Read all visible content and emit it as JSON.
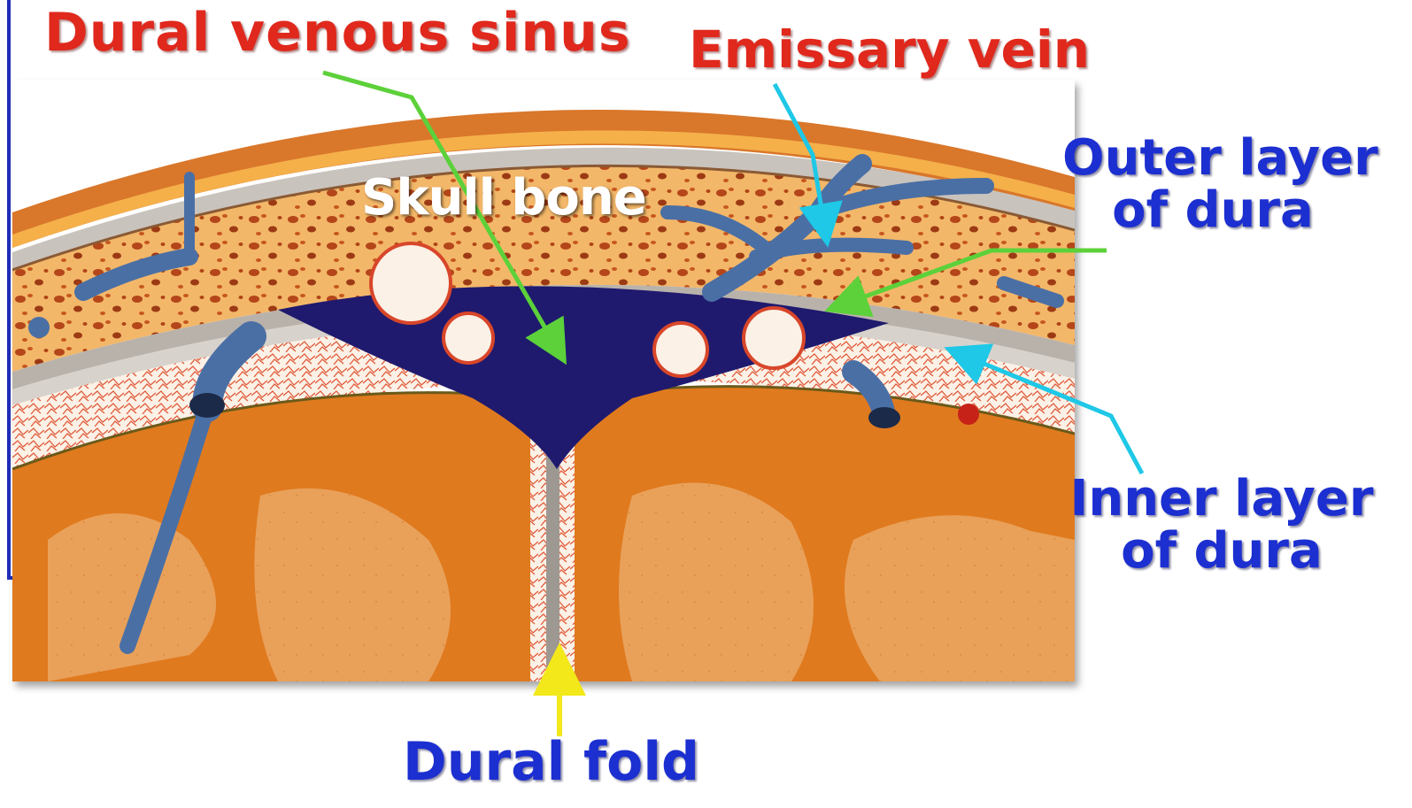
{
  "labels": {
    "dural_venous_sinus": "Dural venous sinus",
    "emissary_vein": "Emissary vein",
    "skull_bone": "Skull bone",
    "outer_layer_line1": "Outer layer",
    "outer_layer_line2": "of dura",
    "inner_layer_line1": "Inner layer",
    "inner_layer_line2": "of dura",
    "dural_fold": "Dural fold"
  },
  "colors": {
    "red_label": "#e0281c",
    "blue_label": "#1c2fd0",
    "green_arrow": "#5cd13a",
    "cyan_arrow": "#1ec8e6",
    "yellow_arrow": "#f2e81a",
    "sinus_blue": "#1f1a6e",
    "vein_blue": "#4a6fa5",
    "bone_orange": "#f1a24a",
    "brain_orange": "#e07a1e"
  },
  "icons": {
    "bracket": "left-bracket"
  }
}
